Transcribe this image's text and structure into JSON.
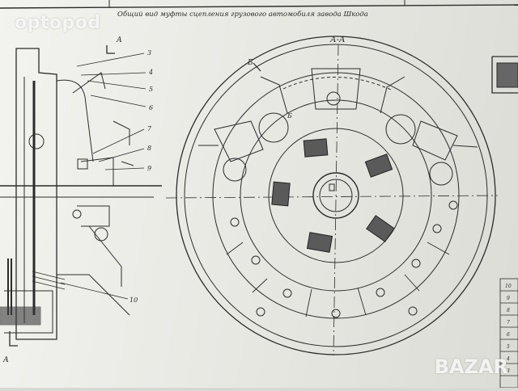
{
  "drawing": {
    "title": "Общий вид муфты сцепления грузового автомобиля завода Шкода",
    "section_label": "А-А",
    "view_marker": "Б",
    "detail_marker": "Б",
    "cut_marker_top": "А",
    "cut_marker_bottom": "А",
    "callouts": [
      "3",
      "4",
      "5",
      "6",
      "7",
      "8",
      "9",
      "10"
    ],
    "table_numbers": [
      "10",
      "9",
      "8",
      "7",
      "6",
      "5",
      "4",
      "3"
    ]
  },
  "watermarks": {
    "top_left": "optopod",
    "bottom_right": "BAZAR"
  },
  "colors": {
    "paper": "#eeeeea",
    "ink": "#2a2a2a"
  }
}
